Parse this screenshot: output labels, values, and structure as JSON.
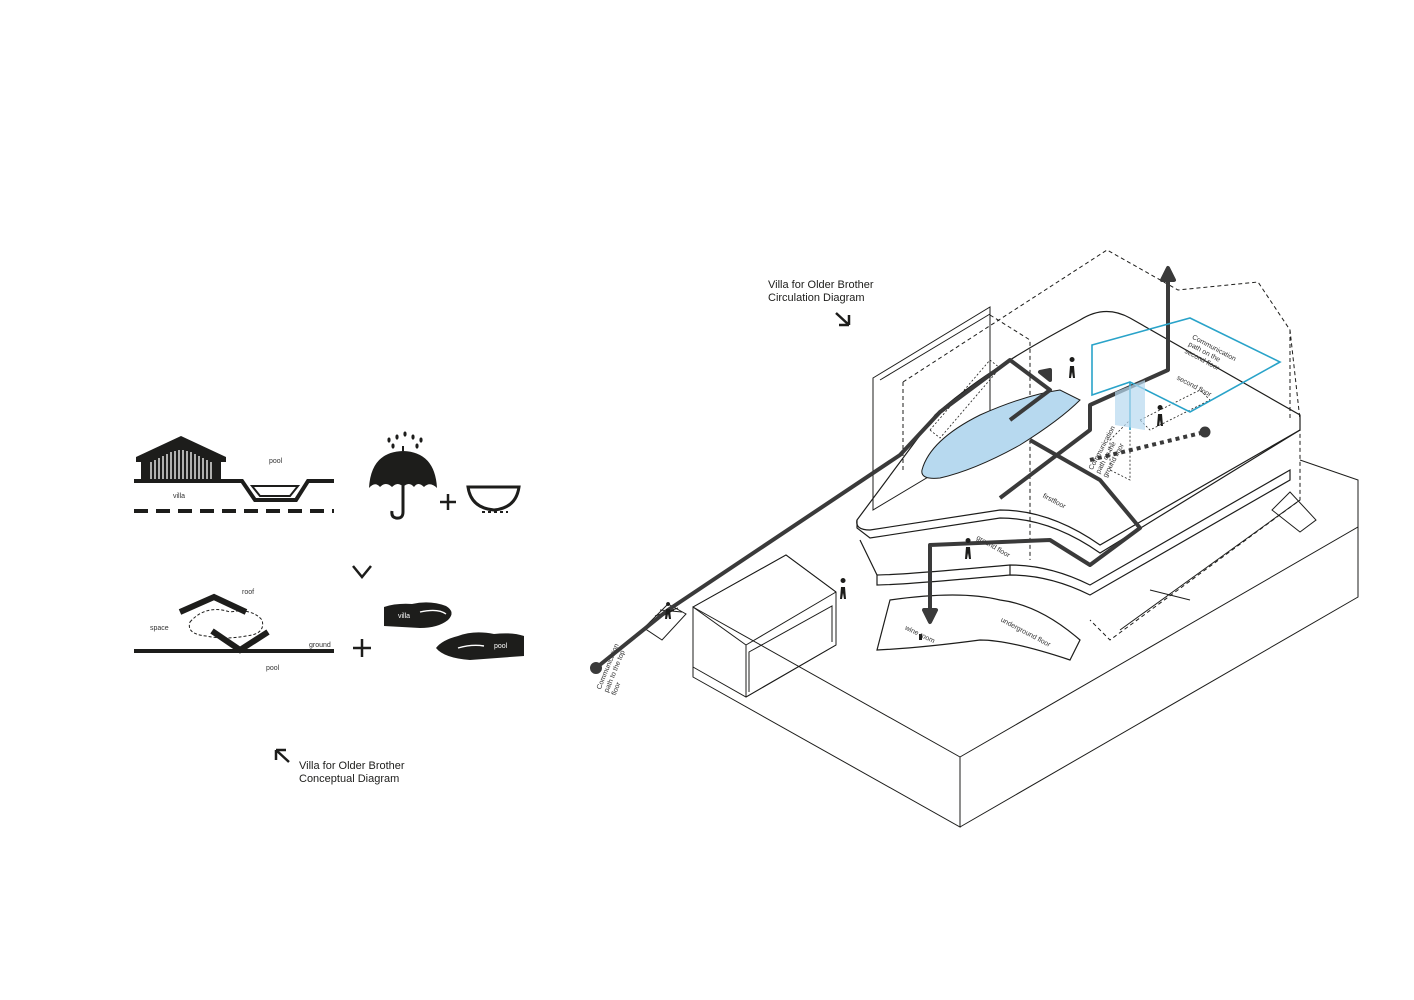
{
  "concept": {
    "title_line1": "Villa for Older Brother",
    "title_line2": "Conceptual Diagram",
    "labels": {
      "pool_top": "pool",
      "villa": "villa",
      "roof": "roof",
      "space": "space",
      "ground": "ground",
      "pool_bottom": "pool",
      "hand_villa": "villa",
      "hand_pool": "pool"
    },
    "plus": "+",
    "icons": [
      "house-icon",
      "umbrella-icon",
      "bowl-icon",
      "hands-icon"
    ]
  },
  "circulation": {
    "title_line1": "Villa for Older Brother",
    "title_line2": "Circulation Diagram",
    "labels": {
      "path_top": "Communication path to the top floor",
      "path_second": "Communication path on the second floor",
      "second_floor": "second floor",
      "path_ground": "Communication path on the ground floor",
      "ground_floor": "ground floor",
      "first_floor": "firstfloor",
      "wine_room": "wine room",
      "underground_floor": "underground floor"
    },
    "accent_color": "#29a3c9"
  }
}
